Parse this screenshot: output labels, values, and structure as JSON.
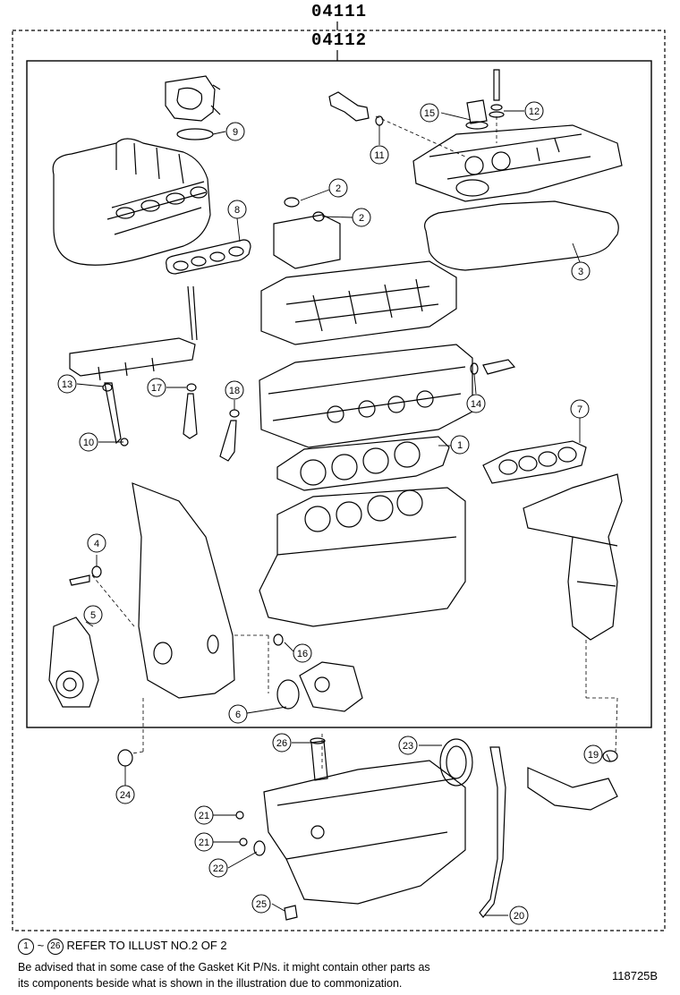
{
  "kits": {
    "outer": "04111",
    "inner": "04112"
  },
  "callouts": [
    {
      "id": "c1",
      "label": "1"
    },
    {
      "id": "c2a",
      "label": "2"
    },
    {
      "id": "c2b",
      "label": "2"
    },
    {
      "id": "c3",
      "label": "3"
    },
    {
      "id": "c4",
      "label": "4"
    },
    {
      "id": "c5",
      "label": "5"
    },
    {
      "id": "c6",
      "label": "6"
    },
    {
      "id": "c7",
      "label": "7"
    },
    {
      "id": "c8",
      "label": "8"
    },
    {
      "id": "c9",
      "label": "9"
    },
    {
      "id": "c10",
      "label": "10"
    },
    {
      "id": "c11",
      "label": "11"
    },
    {
      "id": "c12",
      "label": "12"
    },
    {
      "id": "c13",
      "label": "13"
    },
    {
      "id": "c14",
      "label": "14"
    },
    {
      "id": "c15",
      "label": "15"
    },
    {
      "id": "c16",
      "label": "16"
    },
    {
      "id": "c17",
      "label": "17"
    },
    {
      "id": "c18",
      "label": "18"
    },
    {
      "id": "c19",
      "label": "19"
    },
    {
      "id": "c20",
      "label": "20"
    },
    {
      "id": "c21a",
      "label": "21"
    },
    {
      "id": "c21b",
      "label": "21"
    },
    {
      "id": "c22",
      "label": "22"
    },
    {
      "id": "c23",
      "label": "23"
    },
    {
      "id": "c24",
      "label": "24"
    },
    {
      "id": "c25",
      "label": "25"
    },
    {
      "id": "c26",
      "label": "26"
    }
  ],
  "footer": {
    "ref_start": "1",
    "ref_tilde": "~",
    "ref_end": "26",
    "ref_text": "REFER TO ILLUST NO.2 OF 2",
    "note_line1": "Be advised that in some case of the Gasket Kit P/Ns.  it might contain other parts as",
    "note_line2": "its components beside what is shown in the illustration due to commonization."
  },
  "drawing_number": "118725B"
}
